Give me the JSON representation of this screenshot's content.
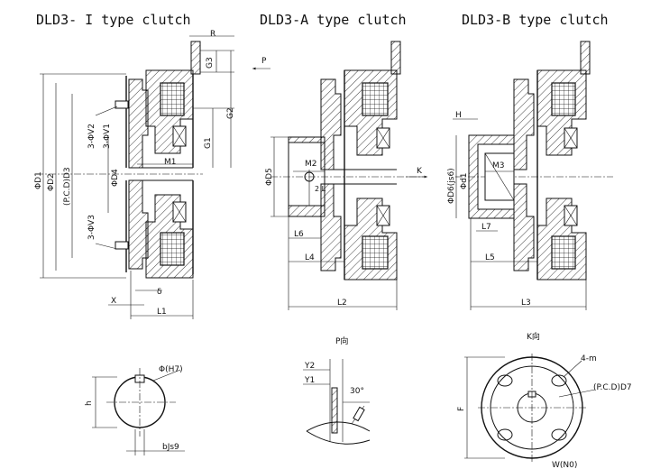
{
  "titles": {
    "i_type": "DLD3- I  type clutch",
    "a_type": "DLD3-A type clutch",
    "b_type": "DLD3-B type clutch"
  },
  "i_type_labels": {
    "r": "R",
    "g3": "G3",
    "g2": "G2",
    "g1": "G1",
    "p": "P",
    "d1": "ΦD1",
    "d2": "ΦD2",
    "pcd3": "(P.C.D)D3",
    "v2": "3-ΦV2",
    "v1": "3-ΦV1",
    "d4": "ΦD4",
    "m1": "M1",
    "v3": "3-ΦV3",
    "x": "X",
    "delta": "δ",
    "l1": "L1"
  },
  "a_type_labels": {
    "d5": "ΦD5",
    "m2": "M2",
    "two_l": "2 L",
    "k": "K",
    "l6": "L6",
    "l4": "L4",
    "l2": "L2"
  },
  "b_type_labels": {
    "h": "H",
    "d6": "ΦD6(js6)",
    "d1": "Φd1",
    "m3": "M3",
    "l7": "L7",
    "l5": "L5",
    "l3": "L3"
  },
  "bore_view": {
    "h": "h",
    "phi_h7": "Φ(H7)",
    "bjs9": "bJs9"
  },
  "p_view": {
    "title": "P向",
    "y2": "Y2",
    "y1": "Y1",
    "angle": "30°"
  },
  "k_view": {
    "title": "K向",
    "holes": "4-m",
    "pcd7": "(P.C.D)D7",
    "f": "F",
    "bottom": "W(N0)"
  }
}
